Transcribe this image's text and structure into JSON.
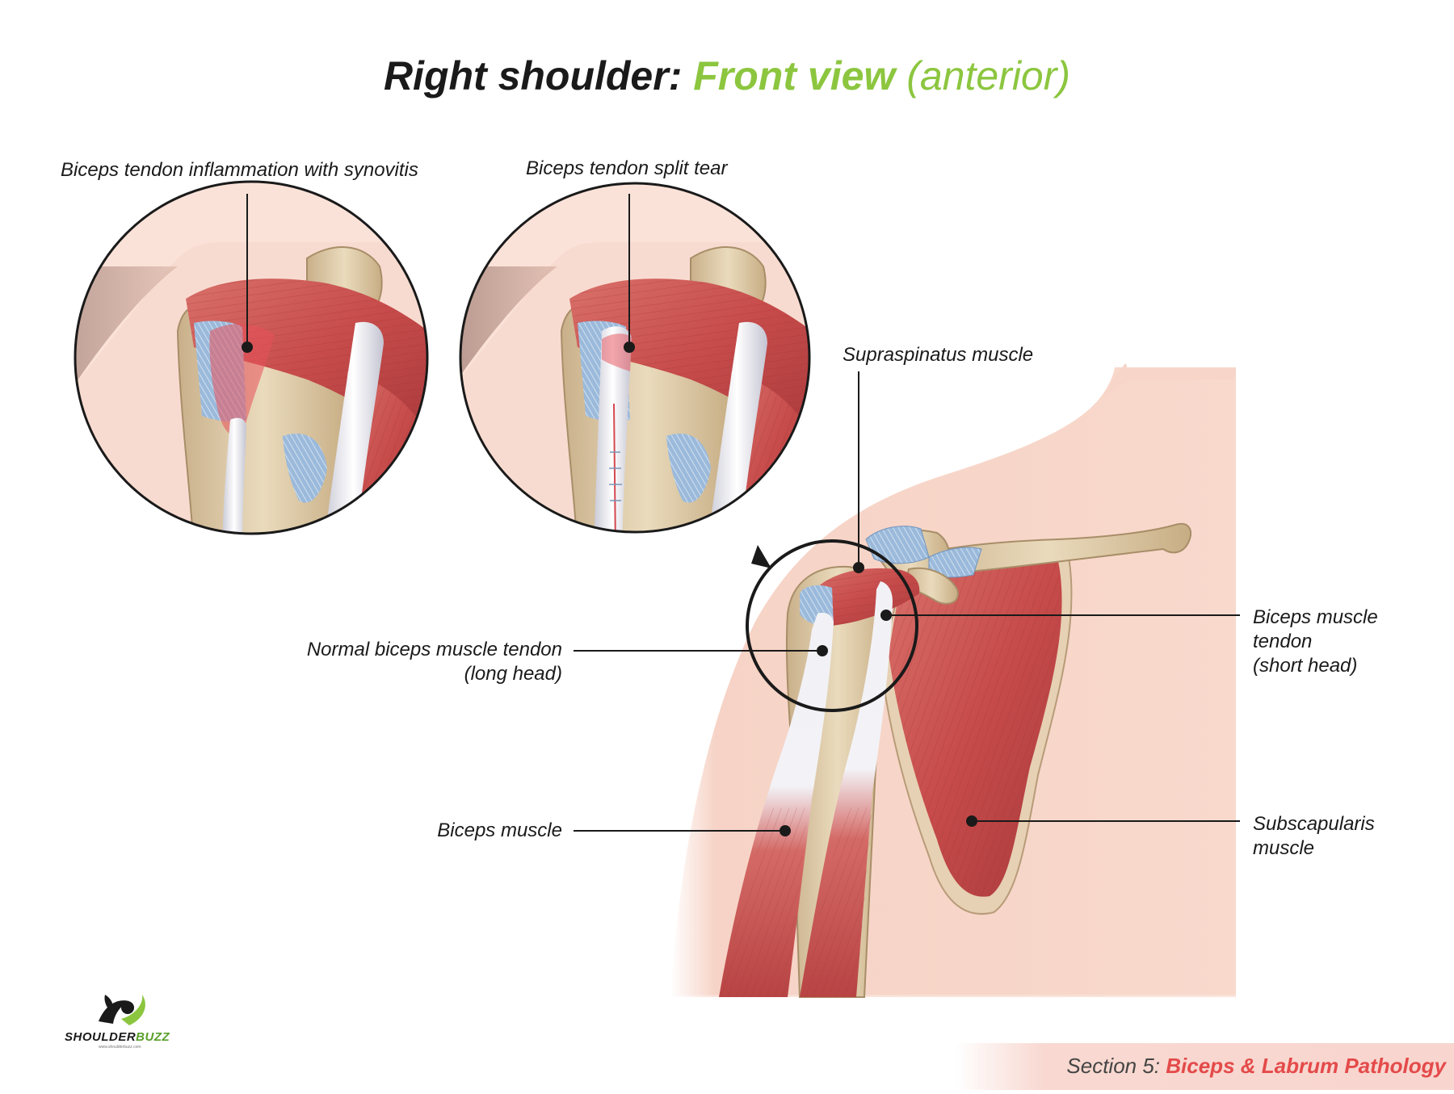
{
  "title": {
    "part1": "Right shoulder",
    "sep": ":",
    "part2": "Front view",
    "part3": "(anterior)"
  },
  "labels": {
    "inflammation": "Biceps tendon inflammation with synovitis",
    "split_tear": "Biceps tendon split tear",
    "supraspinatus": "Supraspinatus muscle",
    "normal_tendon_line1": "Normal biceps muscle tendon",
    "normal_tendon_line2": "(long head)",
    "short_head_line1": "Biceps muscle",
    "short_head_line2": "tendon",
    "short_head_line3": "(short head)",
    "biceps_muscle": "Biceps muscle",
    "subscapularis_line1": "Subscapularis",
    "subscapularis_line2": "muscle"
  },
  "footer": {
    "section": "Section 5:",
    "topic": "Biceps & Labrum Pathology"
  },
  "logo": {
    "name_part1": "SHOULDER",
    "name_part2": "BUZZ",
    "url": "www.shoulderbuzz.com"
  },
  "colors": {
    "title_accent": "#8cc63f",
    "footer_accent": "#e44a4a",
    "skin": "#f6d3c6",
    "muscle": "#c9514f",
    "bone": "#e3cfa8",
    "tendon": "#eeeef4",
    "ligament": "#8fb3d6"
  }
}
